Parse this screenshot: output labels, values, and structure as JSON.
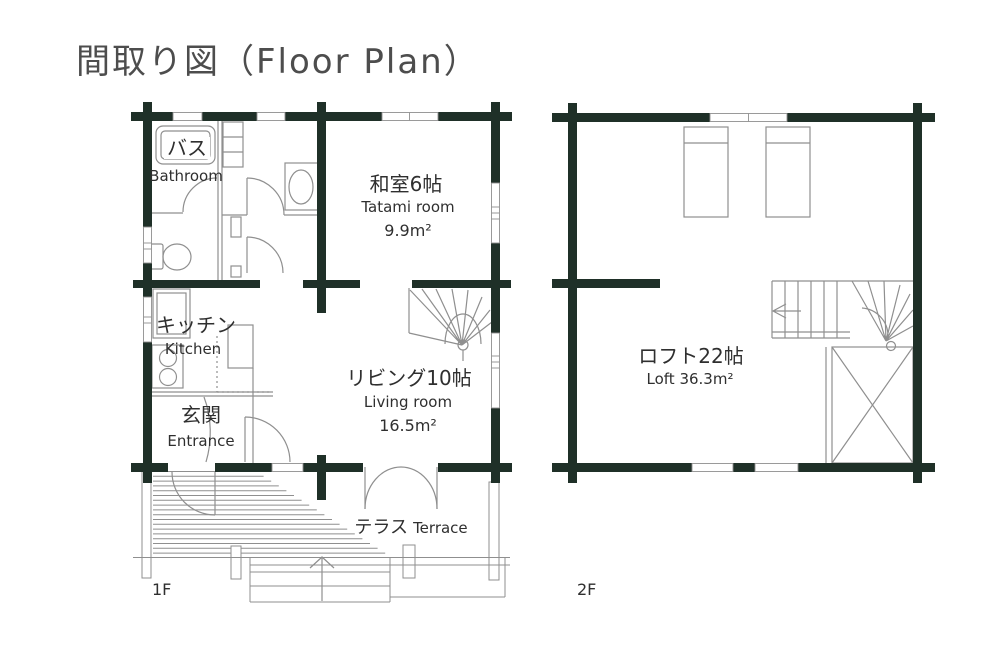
{
  "title": "間取り図（Floor Plan）",
  "f1": {
    "floor_label": "1F",
    "bath": {
      "jp": "バス",
      "en": "Bathroom"
    },
    "tatami": {
      "jp": "和室6帖",
      "en": "Tatami room",
      "area": "9.9m²"
    },
    "kitchen": {
      "jp": "キッチン",
      "en": "Kitchen"
    },
    "entrance": {
      "jp": "玄関",
      "en": "Entrance"
    },
    "living": {
      "jp": "リビング10帖",
      "en": "Living room",
      "area": "16.5m²"
    },
    "terrace": {
      "jp": "テラス",
      "en": "Terrace"
    }
  },
  "f2": {
    "floor_label": "2F",
    "loft": {
      "jp": "ロフト22帖",
      "en": "Loft 36.3m²"
    }
  },
  "colors": {
    "wall": "#1f3028",
    "line": "#8f8f8f",
    "text": "#2f2f2f",
    "title": "#4d4d4d"
  }
}
